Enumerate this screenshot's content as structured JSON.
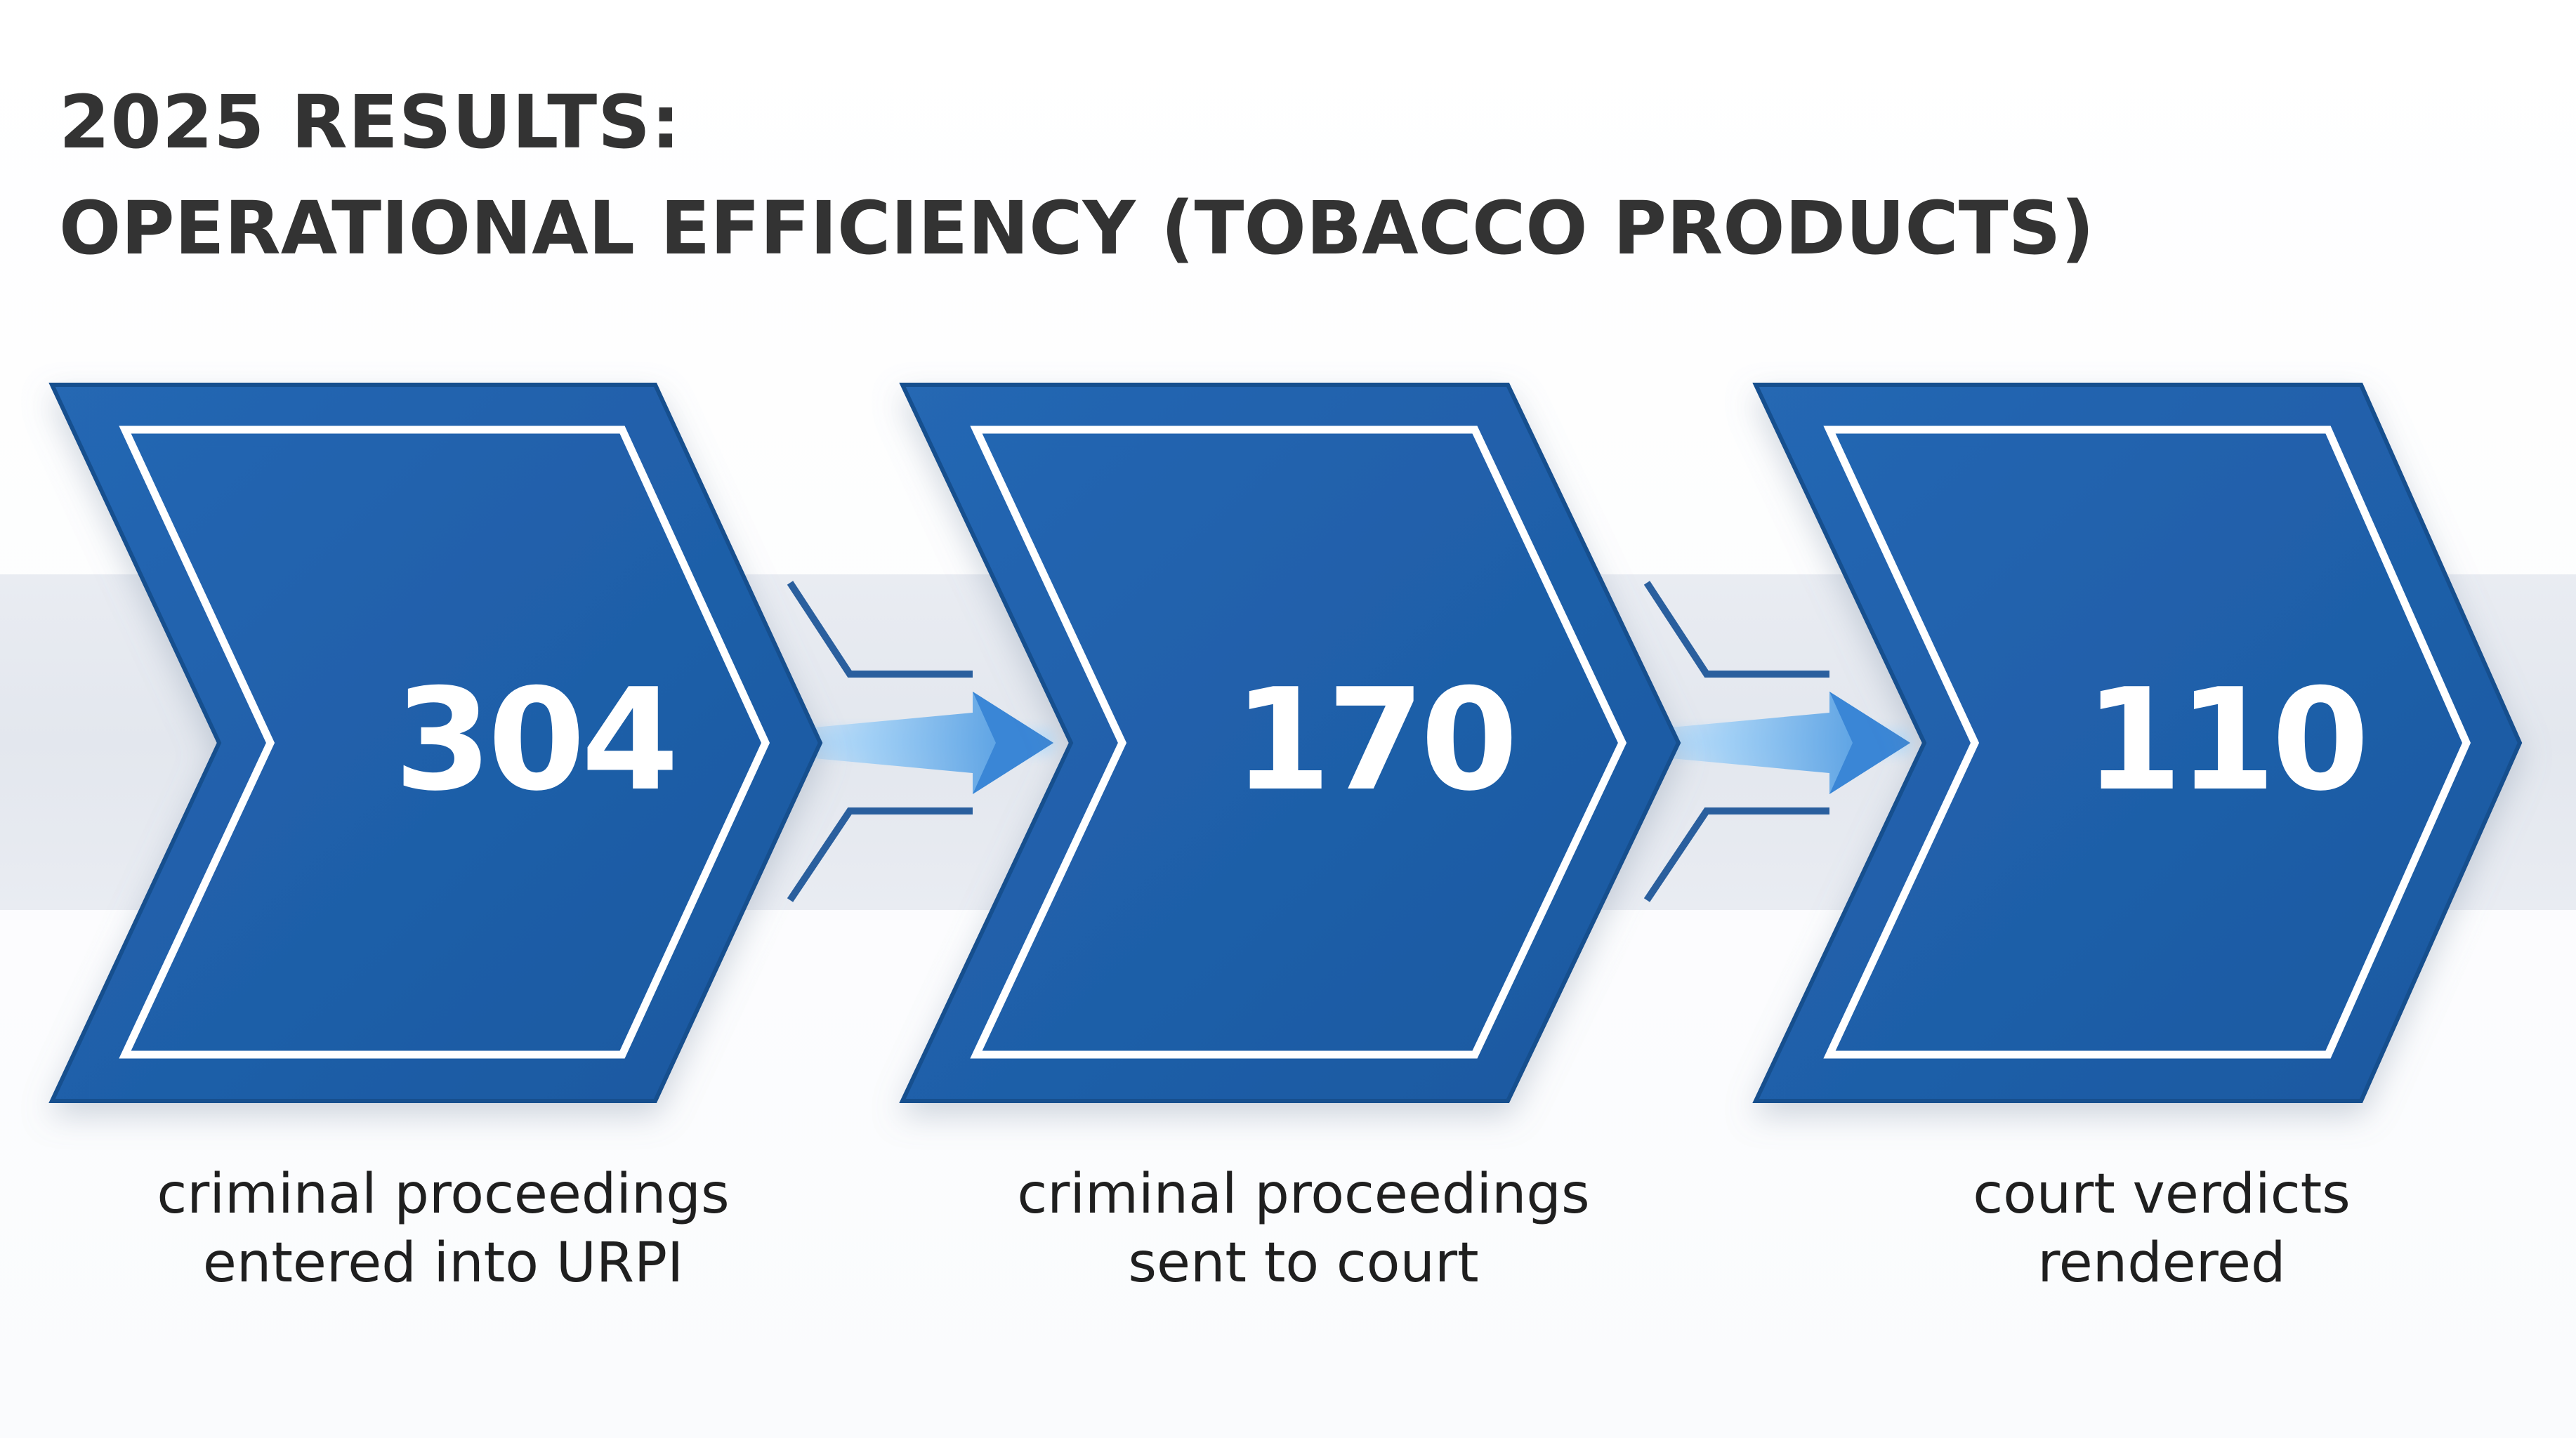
{
  "title": {
    "line1": "2025 RESULTS:",
    "line2": "OPERATIONAL EFFICIENCY (TOBACCO PRODUCTS)"
  },
  "steps": [
    {
      "value": "304",
      "caption": "criminal proceedings\nentered into URPI"
    },
    {
      "value": "170",
      "caption": "criminal proceedings\nsent to court"
    },
    {
      "value": "110",
      "caption": "court verdicts\nrendered"
    }
  ],
  "colors": {
    "chevron_fill": "#1e5fa8",
    "chevron_edge": "#174f8e",
    "chevron_inner_border": "#ffffff",
    "band": "#e6e9ef",
    "arrow_glow": "#6fb4f0",
    "title_text": "#333333",
    "caption_text": "#1f1f1f"
  },
  "icons": {
    "connector": "right-arrow-icon"
  }
}
